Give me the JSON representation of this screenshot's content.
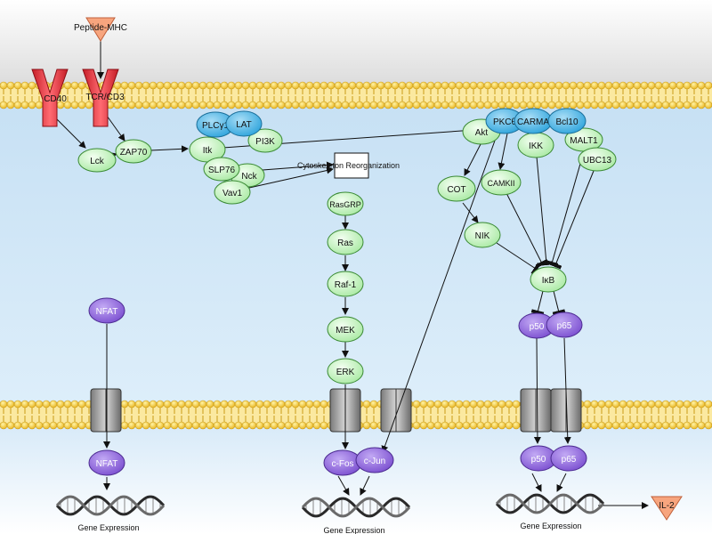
{
  "ligand": {
    "peptide_mhc": "Peptide-MHC"
  },
  "receptors": {
    "cd40": "CD40",
    "tcr_cd3": "TCR/CD3"
  },
  "nodes": {
    "lck": "Lck",
    "zap70": "ZAP70",
    "itk": "Itk",
    "plcg1": "PLCγ1",
    "lat": "LAT",
    "pi3k": "PI3K",
    "slp76": "SLP76",
    "nck": "Nck",
    "vav1": "Vav1",
    "cytoskeleton": "Cytoskeleton Reorganization",
    "rasgrp": "RasGRP",
    "ras": "Ras",
    "raf1": "Raf-1",
    "mek": "MEK",
    "erk": "ERK",
    "akt": "Akt",
    "pkc": "PKCθ",
    "carma": "CARMA",
    "bcl10": "Bcl10",
    "ikk": "IKK",
    "malt1": "MALT1",
    "ubc13": "UBC13",
    "camkii": "CAMKII",
    "cot": "COT",
    "nik": "NIK",
    "ikb": "IκB",
    "p50": "p50",
    "p65": "p65",
    "nfat": "NFAT",
    "p50_nuc": "p50",
    "p65_nuc": "p65",
    "nfat_nuc": "NFAT",
    "cfos": "c-Fos",
    "cjun": "c-Jun",
    "il2": "IL-2"
  },
  "gene_expression": [
    "Gene Expression",
    "Gene Expression",
    "Gene Expression"
  ],
  "colors": {
    "green_node": "#ccf5c8",
    "blue_node": "#43b5e8",
    "purple_node": "#8b63d8",
    "orange_ligand": "#f7a57e",
    "receptor_red": "#e8303a",
    "cytoplasm": "#c8e2f5",
    "membrane_bead": "#f5c931"
  }
}
